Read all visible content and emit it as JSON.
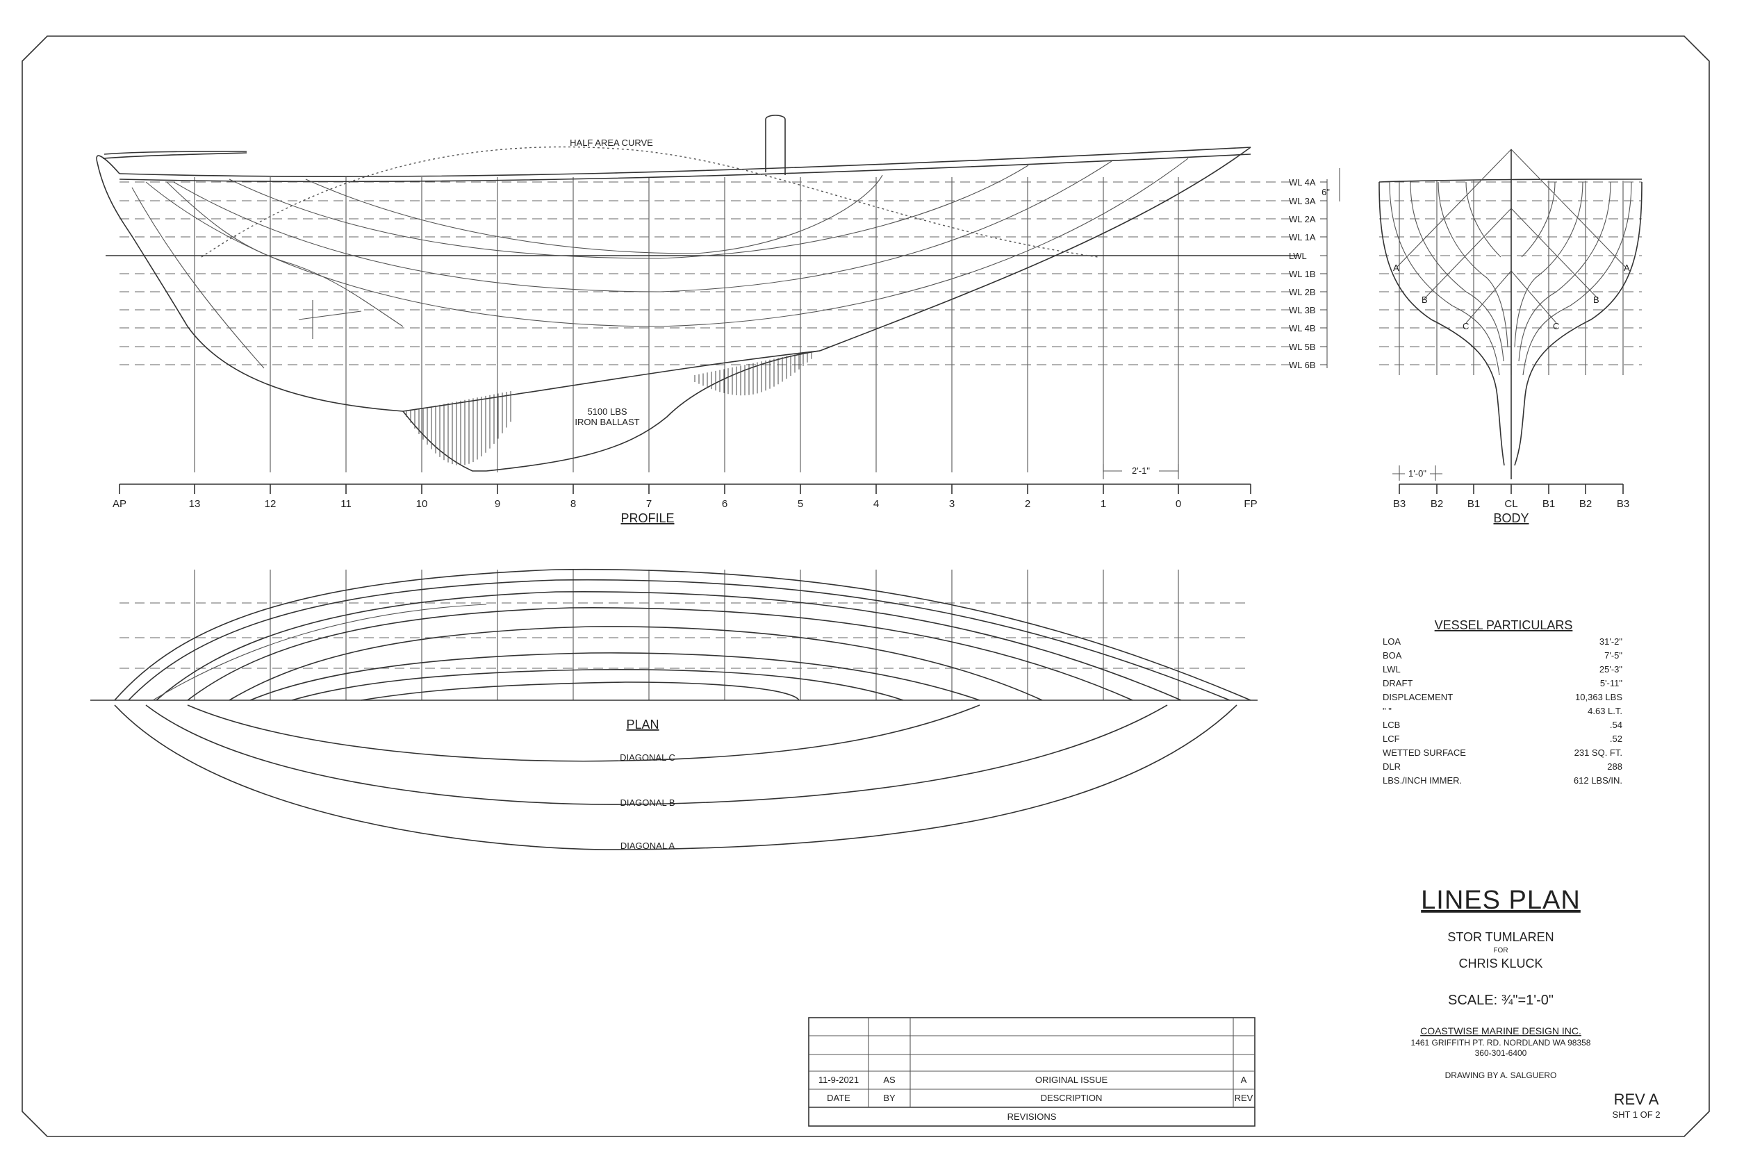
{
  "profile": {
    "title": "PROFILE",
    "half_area_curve": "HALF AREA CURVE",
    "ballast_line1": "5100 LBS",
    "ballast_line2": "IRON BALLAST",
    "dimension": "2'-1\"",
    "stations": [
      "AP",
      "13",
      "12",
      "11",
      "10",
      "9",
      "8",
      "7",
      "6",
      "5",
      "4",
      "3",
      "2",
      "1",
      "0",
      "FP"
    ],
    "waterlines": [
      "WL 4A",
      "WL 3A",
      "WL 2A",
      "WL 1A",
      "LWL",
      "WL 1B",
      "WL 2B",
      "WL 3B",
      "WL 4B",
      "WL 5B",
      "WL 6B"
    ],
    "wl_spacing": "6\""
  },
  "body": {
    "title": "BODY",
    "dimension": "1'-0\"",
    "buttocks": [
      "B3",
      "B2",
      "B1",
      "CL",
      "B1",
      "B2",
      "B3"
    ],
    "diagonal_labels": [
      "A",
      "B",
      "C",
      "C",
      "B",
      "A"
    ]
  },
  "plan": {
    "title": "PLAN",
    "diagonals": [
      "DIAGONAL C",
      "DIAGONAL B",
      "DIAGONAL A"
    ]
  },
  "particulars": {
    "title": "VESSEL PARTICULARS",
    "rows": [
      {
        "label": "LOA",
        "value": "31'-2\""
      },
      {
        "label": "BOA",
        "value": "7'-5\""
      },
      {
        "label": "LWL",
        "value": "25'-3\""
      },
      {
        "label": "DRAFT",
        "value": "5'-11\""
      },
      {
        "label": "DISPLACEMENT",
        "value": "10,363 LBS"
      },
      {
        "label": "\"        \"",
        "value": "4.63 L.T."
      },
      {
        "label": "LCB",
        "value": ".54"
      },
      {
        "label": "LCF",
        "value": ".52"
      },
      {
        "label": "WETTED SURFACE",
        "value": "231 SQ. FT."
      },
      {
        "label": "DLR",
        "value": "288"
      },
      {
        "label": "LBS./INCH IMMER.",
        "value": "612 LBS/IN."
      }
    ]
  },
  "title_block": {
    "drawing_title": "LINES PLAN",
    "vessel": "STOR TUMLAREN",
    "for": "FOR",
    "client": "CHRIS KLUCK",
    "scale": "SCALE: ¾\"=1'-0\"",
    "company": "COASTWISE MARINE DESIGN INC.",
    "address": "1461 GRIFFITH PT. RD. NORDLAND WA 98358",
    "phone": "360-301-6400",
    "drawn_by": "DRAWING BY A. SALGUERO",
    "rev": "REV A",
    "sheet": "SHT 1 OF 2"
  },
  "revisions": {
    "entry": {
      "date": "11-9-2021",
      "by": "AS",
      "description": "ORIGINAL ISSUE",
      "rev": "A"
    },
    "headers": {
      "date": "DATE",
      "by": "BY",
      "description": "DESCRIPTION",
      "rev": "REV"
    },
    "footer": "REVISIONS"
  }
}
